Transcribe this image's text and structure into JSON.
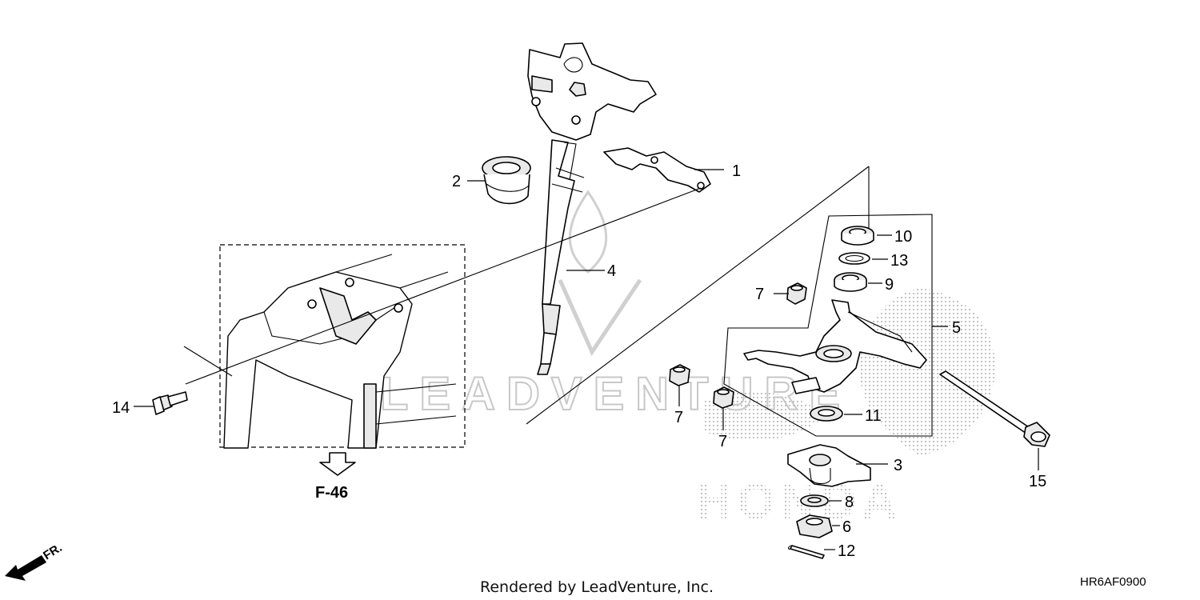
{
  "callouts": [
    {
      "id": "1",
      "label": "1"
    },
    {
      "id": "2",
      "label": "2"
    },
    {
      "id": "3",
      "label": "3"
    },
    {
      "id": "4",
      "label": "4"
    },
    {
      "id": "5",
      "label": "5"
    },
    {
      "id": "6",
      "label": "6"
    },
    {
      "id": "7a",
      "label": "7"
    },
    {
      "id": "7b",
      "label": "7"
    },
    {
      "id": "7c",
      "label": "7"
    },
    {
      "id": "8",
      "label": "8"
    },
    {
      "id": "9",
      "label": "9"
    },
    {
      "id": "10",
      "label": "10"
    },
    {
      "id": "11",
      "label": "11"
    },
    {
      "id": "12",
      "label": "12"
    },
    {
      "id": "13",
      "label": "13"
    },
    {
      "id": "14",
      "label": "14"
    },
    {
      "id": "15",
      "label": "15"
    }
  ],
  "reference": {
    "label": "F-46"
  },
  "direction": {
    "label": "FR."
  },
  "footer": {
    "rendered_by": "Rendered by LeadVenture, Inc."
  },
  "diagram_code": "HR6AF0900",
  "watermark": {
    "brand": "HONDA",
    "vendor": "LEADVENTURE"
  },
  "colors": {
    "line": "#000000",
    "background": "#ffffff",
    "watermark": "#c8c8c8"
  }
}
